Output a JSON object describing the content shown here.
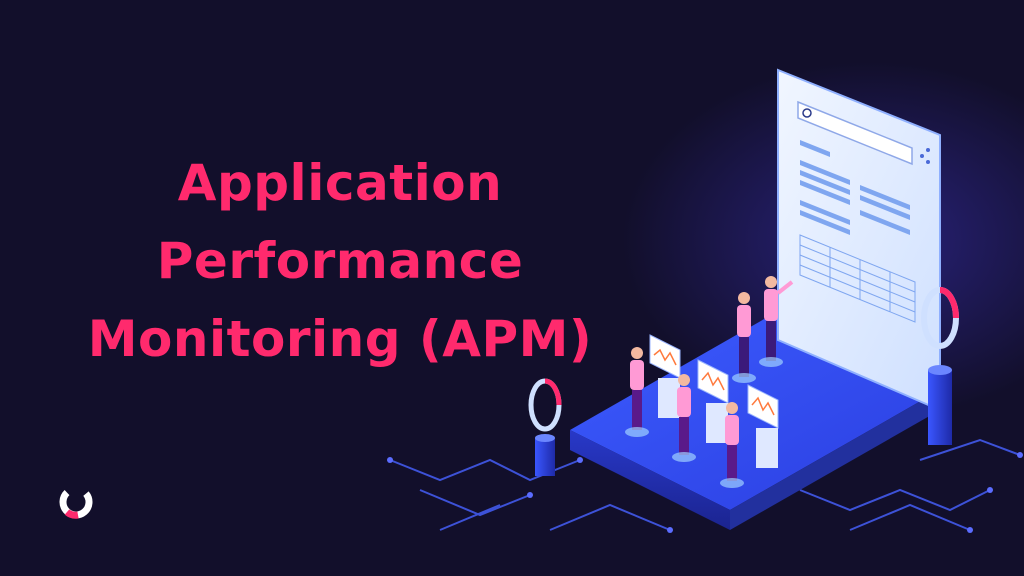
{
  "headline": {
    "line1": "Application",
    "line2": "Performance",
    "line3": "Monitoring (APM)"
  },
  "colors": {
    "background": "#120f2b",
    "accent": "#ff2a6d",
    "platform": "#3b5bff",
    "screen": "#e7f0ff"
  },
  "icons": {
    "logo": "ring-logo-icon",
    "search": "search-icon",
    "share": "share-icon"
  }
}
